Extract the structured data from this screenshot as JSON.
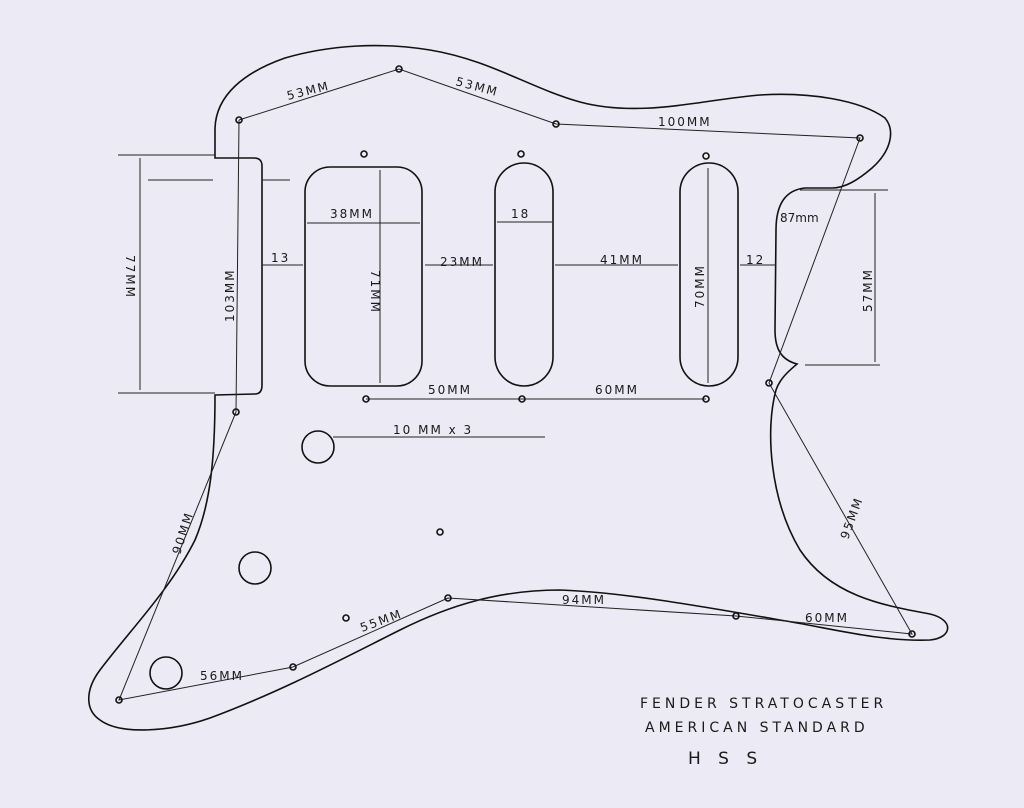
{
  "title": {
    "line1": "FENDER STRATOCASTER",
    "line2": "AMERICAN STANDARD",
    "line3": "H S S"
  },
  "dimensions": {
    "top_left": "53MM",
    "top_mid": "53MM",
    "top_right": "100MM",
    "right_diag": "87mm",
    "right_height": "57MM",
    "right_lower": "95MM",
    "bottom_right": "60MM",
    "bottom_mid": "94MM",
    "bottom_left_mid": "55MM",
    "bottom_left": "56MM",
    "left_diag": "90MM",
    "neck_pocket_height": "77MM",
    "left_vertical": "103MM",
    "gap_neck": "13",
    "hum_width": "38MM",
    "hum_height": "71MM",
    "gap_hum_mid": "23MM",
    "single_width": "18",
    "gap_mid_bridge": "41MM",
    "single_height": "70MM",
    "gap_bridge": "12",
    "hole_spacing_1": "50MM",
    "hole_spacing_2": "60MM",
    "knob_holes": "10 MM x 3"
  }
}
